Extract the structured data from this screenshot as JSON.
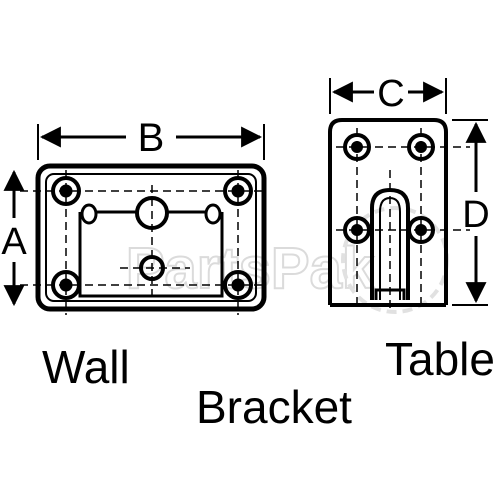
{
  "dimension_labels": {
    "a": "A",
    "b": "B",
    "c": "C",
    "d": "D"
  },
  "captions": {
    "wall": "Wall",
    "bracket": "Bracket",
    "table": "Table"
  },
  "watermark": {
    "text": "PartsPak"
  },
  "colors": {
    "line": "#000000",
    "watermark": "#bdbdbd",
    "background": "#ffffff"
  }
}
